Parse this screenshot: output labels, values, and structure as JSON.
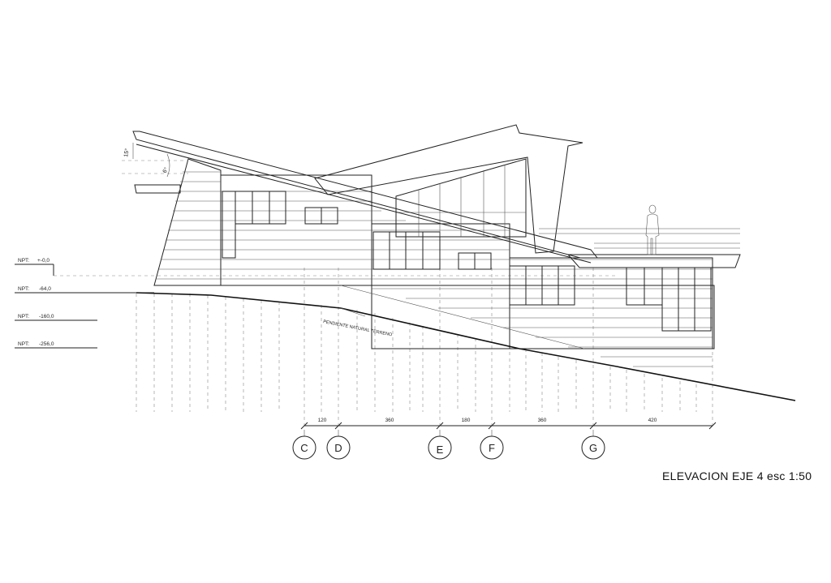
{
  "title": "ELEVACION EJE 4  esc 1:50",
  "levels": [
    {
      "prefix": "NPT:",
      "value": "+-0,0"
    },
    {
      "prefix": "NPT:",
      "value": "-64,0"
    },
    {
      "prefix": "NPT:",
      "value": "-160,0"
    },
    {
      "prefix": "NPT:",
      "value": "-256,0"
    }
  ],
  "terrain_label": "PENDIENTE NATURAL TERRENO",
  "angle_labels": [
    "15°",
    "6°"
  ],
  "dimensions": [
    "120",
    "360",
    "180",
    "360",
    "420"
  ],
  "axes": [
    "C",
    "D",
    "E",
    "F",
    "G"
  ]
}
